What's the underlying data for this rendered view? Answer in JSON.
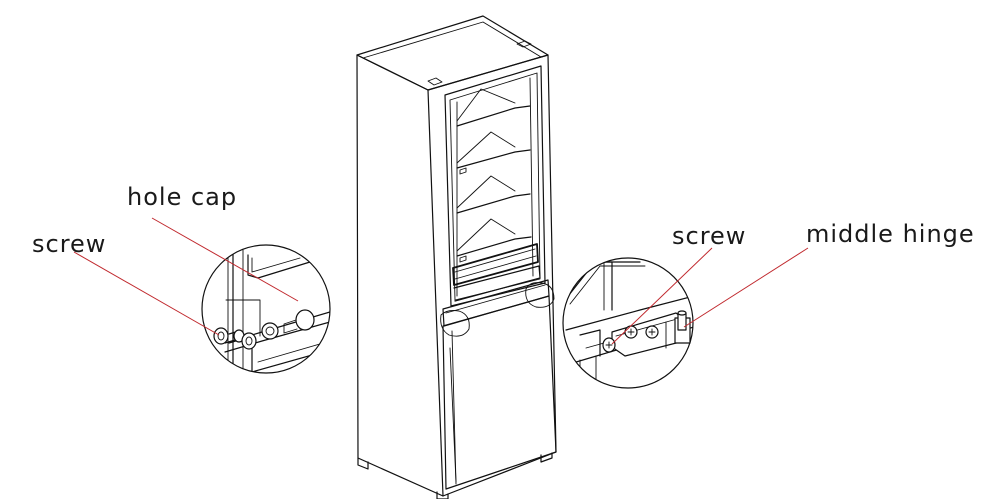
{
  "labels": {
    "hole_cap": "hole cap",
    "screw_left": "screw",
    "screw_right": "screw",
    "middle_hinge": "middle hinge"
  },
  "colors": {
    "leader_line": "#c0282d",
    "line_art": "#111111",
    "background": "#ffffff"
  }
}
